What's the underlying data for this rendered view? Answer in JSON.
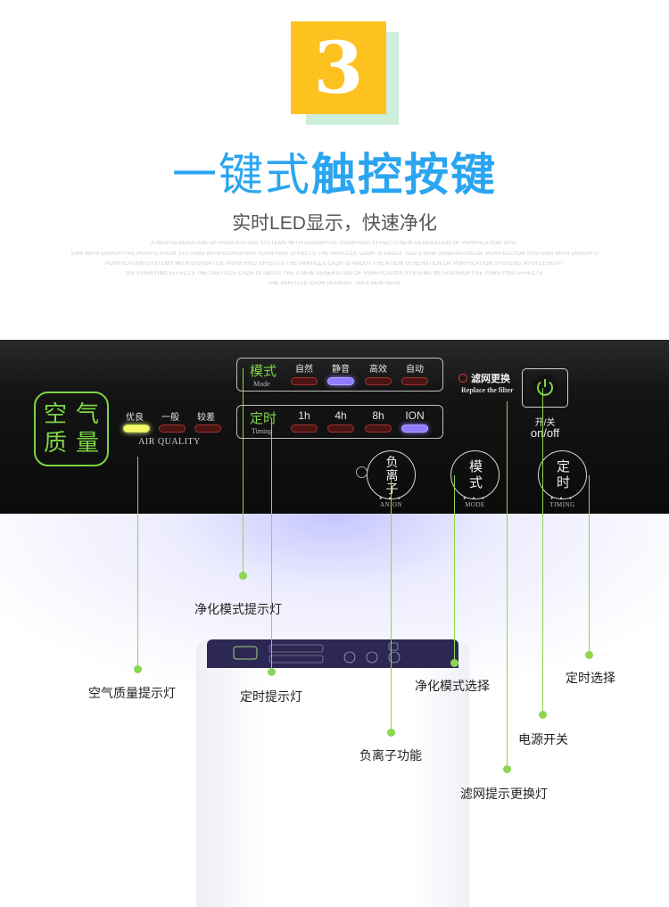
{
  "header": {
    "badge_number": "3",
    "title_part1": "一键式",
    "title_part2": "触控按键",
    "subtitle": "实时LED显示，快速净化",
    "fine_print": [
      "A NEW GENERATION OF PURIFICATION SYSTEMS WITH DISRUPTIVE PURIFYING EFFECTS NEW GENERATION OF PURIFICATION SYST",
      "EMS WITH DISRUPTIVE PURIFICATION SYSTEMS WITH DISRUPTIVE PURIFYING EFFECTS THE PARTICLE CADR IS ABOUT YOU A NEW GENERATION OF PURIFICATION SYSTEMS WITH DISRUPTIVE PURIFICATION",
      "PURIFICATION SYSTEMS WITH DISRUPTIVE PURIFYING EFFECTS THE PARTICLE CADR IS ABOUT THE A NEW GENERATION OF PURIFICATION SYSTEMS WITH DISRUPT",
      "IVE PURIFYING EFFECTS THE PARTICLE CADR IS ABOUT THE A NEW GENERATION OF PURIFICATION SYSTEMS WITH DISRUPTIVE PURIFYING EFFECTS",
      "THE PARTICLE CADR IS ABOUT 700 A NEW GENE"
    ]
  },
  "panel": {
    "air_quality": {
      "logo_chars": [
        "空",
        "气",
        "质",
        "量"
      ],
      "levels": [
        "优良",
        "一般",
        "较差"
      ],
      "caption": "AIR QUALITY"
    },
    "mode_box": {
      "title": "模式",
      "subtitle": "Mode",
      "options": [
        "自然",
        "静音",
        "高效",
        "自动"
      ]
    },
    "timing_box": {
      "title": "定时",
      "subtitle": "Timing",
      "options": [
        "1h",
        "4h",
        "8h",
        "ION"
      ]
    },
    "filter": {
      "label_cn": "滤网更换",
      "label_en": "Replace the filter"
    },
    "power": {
      "label_cn": "开/关",
      "label_en": "on/off"
    },
    "buttons": {
      "anion": {
        "chars": [
          "负",
          "离",
          "子"
        ],
        "caption": "ANION"
      },
      "mode": {
        "chars": [
          "模",
          "式"
        ],
        "caption": "MODE"
      },
      "timing": {
        "chars": [
          "定",
          "时"
        ],
        "caption": "TIMING"
      }
    }
  },
  "callouts": {
    "mode_indicator": "净化模式提示灯",
    "air_quality_indicator": "空气质量提示灯",
    "timer_indicator": "定时提示灯",
    "mode_select": "净化模式选择",
    "timer_select": "定时选择",
    "power_switch": "电源开关",
    "anion_function": "负离子功能",
    "filter_replace_indicator": "滤网提示更换灯"
  },
  "colors": {
    "accent_green": "#7ed448",
    "title_blue": "#2aa5f0",
    "badge_yellow": "#fdc21f",
    "led_off": "#4a1512",
    "led_blue": "#8f7cff",
    "led_yellow": "#f3f86a"
  }
}
